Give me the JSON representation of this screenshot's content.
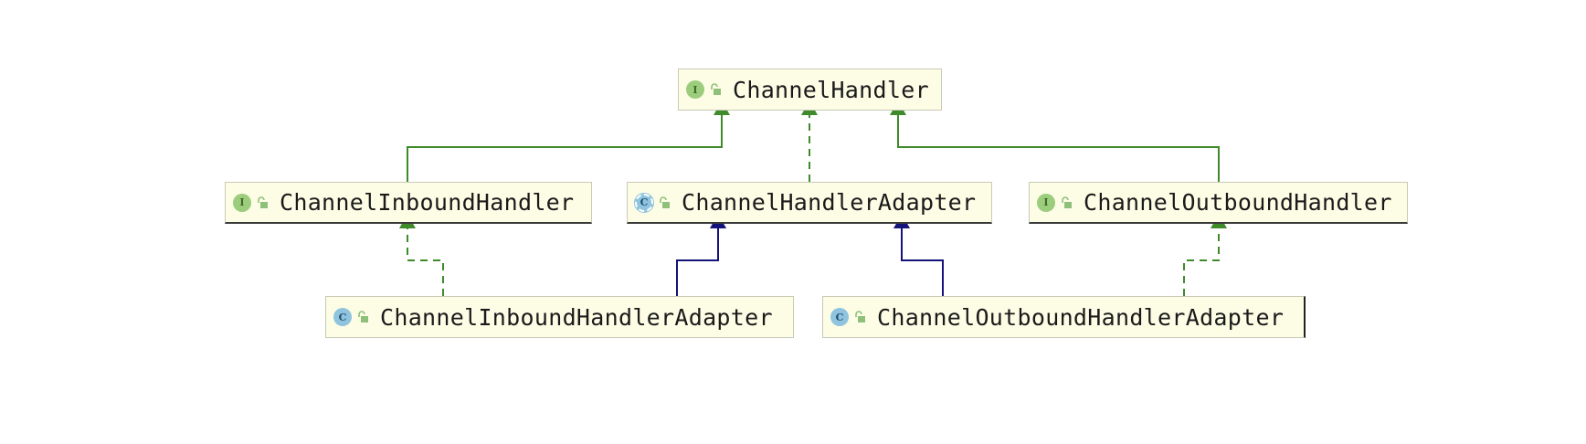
{
  "diagram": {
    "nodes": [
      {
        "id": "channel-handler",
        "label": "ChannelHandler",
        "kind": "I",
        "kind_type": "interface"
      },
      {
        "id": "channel-inbound-handler",
        "label": "ChannelInboundHandler",
        "kind": "I",
        "kind_type": "interface"
      },
      {
        "id": "channel-handler-adapter",
        "label": "ChannelHandlerAdapter",
        "kind": "C",
        "kind_type": "abstract-class"
      },
      {
        "id": "channel-outbound-handler",
        "label": "ChannelOutboundHandler",
        "kind": "I",
        "kind_type": "interface"
      },
      {
        "id": "channel-inbound-handler-adapter",
        "label": "ChannelInboundHandlerAdapter",
        "kind": "C",
        "kind_type": "class"
      },
      {
        "id": "channel-outbound-handler-adapter",
        "label": "ChannelOutboundHandlerAdapter",
        "kind": "C",
        "kind_type": "class"
      }
    ],
    "edges": [
      {
        "from": "channel-inbound-handler",
        "to": "channel-handler",
        "type": "extends-interface"
      },
      {
        "from": "channel-handler-adapter",
        "to": "channel-handler",
        "type": "implements"
      },
      {
        "from": "channel-outbound-handler",
        "to": "channel-handler",
        "type": "extends-interface"
      },
      {
        "from": "channel-inbound-handler-adapter",
        "to": "channel-inbound-handler",
        "type": "implements"
      },
      {
        "from": "channel-inbound-handler-adapter",
        "to": "channel-handler-adapter",
        "type": "extends-class"
      },
      {
        "from": "channel-outbound-handler-adapter",
        "to": "channel-handler-adapter",
        "type": "extends-class"
      },
      {
        "from": "channel-outbound-handler-adapter",
        "to": "channel-outbound-handler",
        "type": "implements"
      }
    ],
    "colors": {
      "interface_edge": "#3f8a2a",
      "class_edge": "#13137a",
      "node_fill": "#fdfde6",
      "node_border": "#c9c9b8",
      "interface_badge": "#9ccd7c",
      "class_badge": "#8fc3de"
    },
    "icons": {
      "interface_badge": "interface-i-icon",
      "class_badge": "class-c-icon",
      "visibility": "public-lock-icon"
    }
  }
}
